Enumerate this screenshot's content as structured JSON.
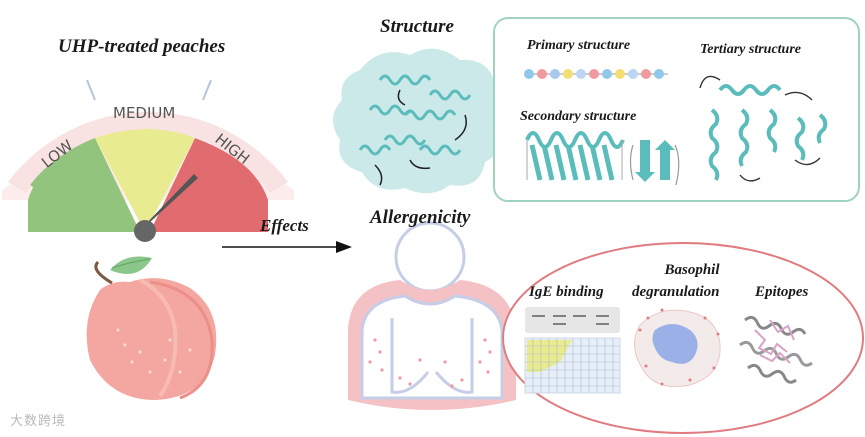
{
  "left_panel": {
    "title": "UHP-treated peaches",
    "gauge_labels": {
      "low": "LOW",
      "medium": "MEDIUM",
      "high": "HIGH"
    }
  },
  "arrow_label": "Effects",
  "structure_panel": {
    "title": "Structure",
    "primary": "Primary structure",
    "secondary": "Secondary structure",
    "tertiary": "Tertiary structure"
  },
  "allergenicity_panel": {
    "title": "Allergenicity",
    "ige": "IgE binding",
    "basophil_line1": "Basophil",
    "basophil_line2": "degranulation",
    "epitopes": "Epitopes"
  },
  "watermark": "大数跨境",
  "colors": {
    "gauge_low": "#92c47d",
    "gauge_medium": "#e8eb8f",
    "gauge_high": "#e06c70",
    "gauge_bg": "#fae8e8",
    "helix": "#5bbcbc",
    "cloud": "#cce9ea",
    "structure_border": "#9fd3bd",
    "allergen_border": "#e07b80",
    "peach": "#f4a7a0",
    "leaf": "#8bc78b"
  }
}
